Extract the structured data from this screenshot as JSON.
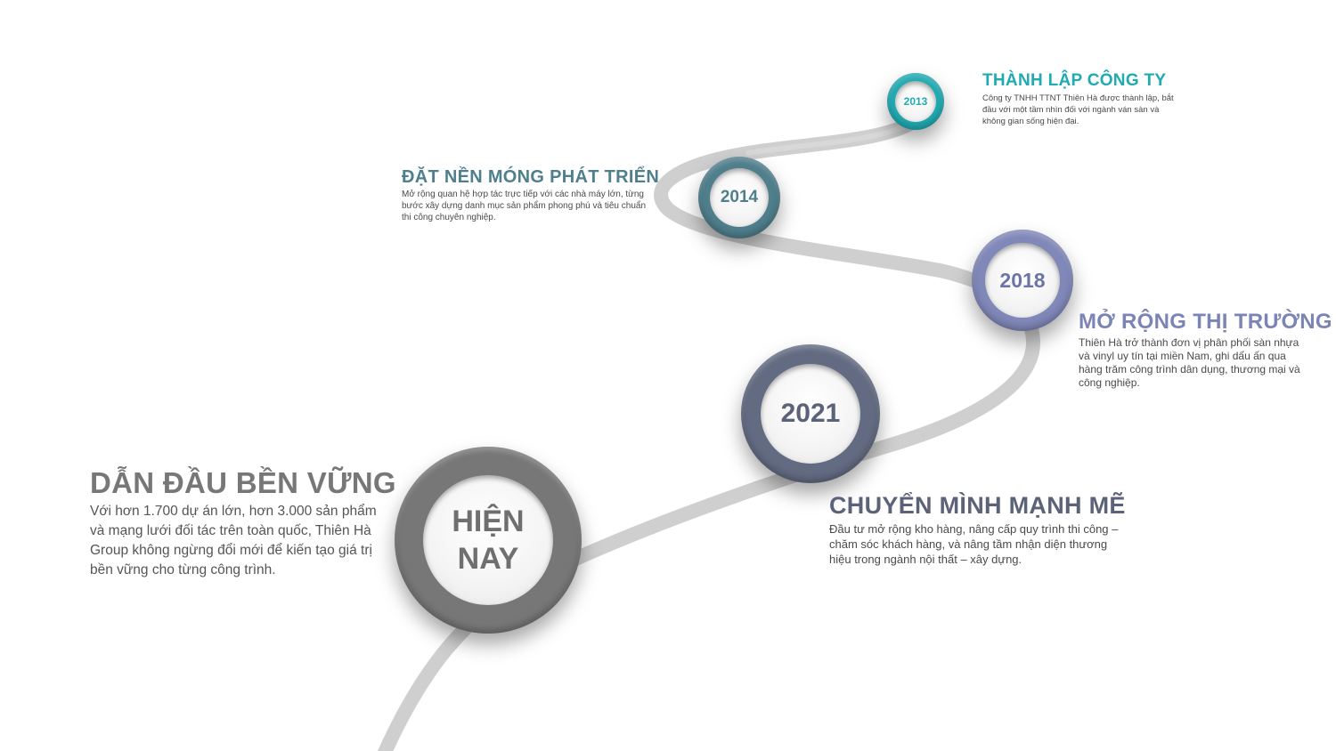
{
  "colors": {
    "road": "#cfcfcf",
    "m2013": "#20aab2",
    "m2014": "#4f7e8c",
    "m2018": "#8088b9",
    "m2021": "#636b82",
    "mNow": "#777777"
  },
  "milestones": [
    {
      "key": "m2013",
      "label": "2013"
    },
    {
      "key": "m2014",
      "label": "2014"
    },
    {
      "key": "m2018",
      "label": "2018"
    },
    {
      "key": "m2021",
      "label": "2021"
    },
    {
      "key": "mNow",
      "label": "HIỆN NAY"
    }
  ],
  "entries": {
    "e2013": {
      "title": "THÀNH LẬP CÔNG TY",
      "desc": "Công ty TNHH TTNT Thiên Hà được thành lập, bắt đầu với một tầm nhìn đối với ngành ván sàn và không gian sống hiện đại."
    },
    "e2014": {
      "title": "ĐẶT NỀN MÓNG PHÁT TRIỂN",
      "desc": "Mở rộng quan hệ hợp tác trực tiếp với các nhà máy lớn, từng bước xây dựng danh mục sản phẩm phong phú và tiêu chuẩn thi công chuyên nghiệp."
    },
    "e2018": {
      "title": "MỞ RỘNG THỊ TRƯỜNG",
      "desc": "Thiên Hà trở thành đơn vị phân phối sàn nhựa và vinyl uy tín tại miền Nam, ghi dấu ấn qua hàng trăm công trình dân dụng, thương mại và công nghiệp."
    },
    "e2021": {
      "title": "CHUYỂN MÌNH MẠNH MẼ",
      "desc": "Đầu tư mở rộng kho hàng, nâng cấp quy trình thi công – chăm sóc khách hàng, và nâng tầm nhận diện thương hiệu trong ngành nội thất – xây dựng."
    },
    "eNow": {
      "title": "DẪN ĐẦU BỀN VỮNG",
      "desc": "Với hơn 1.700 dự án lớn, hơn 3.000 sản phẩm và mạng lưới đối tác trên toàn quốc, Thiên Hà Group không ngừng đổi mới để kiến tạo giá trị bền vững cho từng công trình."
    }
  }
}
